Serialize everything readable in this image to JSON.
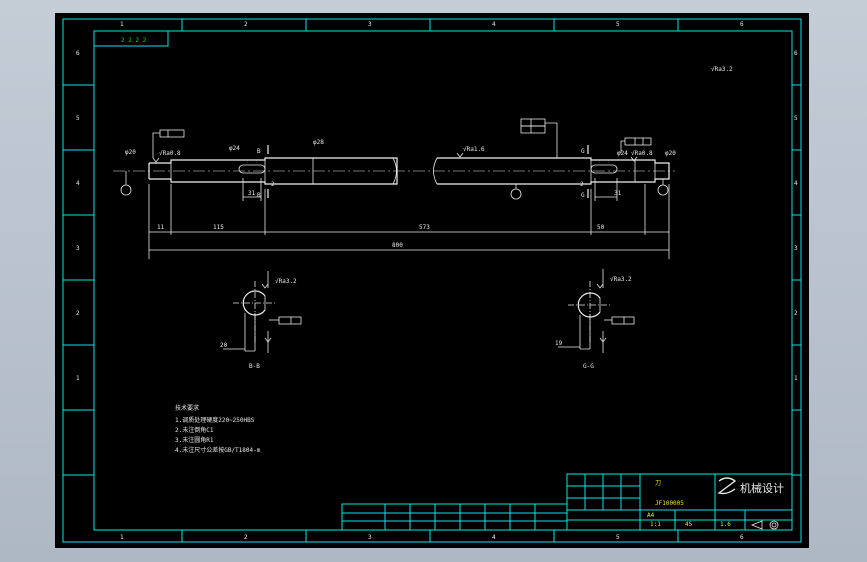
{
  "zone_numbers_top": [
    "1",
    "2",
    "3",
    "4",
    "5",
    "6"
  ],
  "zone_numbers_bottom": [
    "1",
    "2",
    "3",
    "4",
    "5",
    "6"
  ],
  "zone_letters_left": [
    "6",
    "5",
    "4",
    "3",
    "2",
    "1"
  ],
  "zone_letters_right": [
    "6",
    "5",
    "4",
    "3",
    "2",
    "1"
  ],
  "corner_tag": "2 2 2 2",
  "roughness_other": "√Ra3.2",
  "dims": {
    "d20_left": "φ20",
    "d24_left": "φ24",
    "d28": "φ28",
    "d24_right": "φ24",
    "d20_right": "φ20",
    "ra08_left": "√Ra0.8",
    "ra16_mid": "√Ra1.6",
    "ra08_right": "√Ra0.8",
    "len_11": "11",
    "len_115": "115",
    "len_573": "573",
    "len_50": "50",
    "len_total": "800",
    "len_31_left": "31",
    "len_31_right": "31",
    "len_2_left": "2",
    "len_2_right": "2",
    "sect_b_top": "B",
    "sect_b_bot": "B",
    "sect_g_top": "G",
    "sect_g_bot": "G"
  },
  "sections": {
    "left_label": "B-B",
    "right_label": "G-G",
    "left_depth": "20",
    "right_depth": "19"
  },
  "notes": {
    "title": "技术要求",
    "lines": [
      "1.调质处理硬度220~250HBS",
      "2.未注倒角C1",
      "3.未注圆角R1",
      "4.未注尺寸公差按GB/T1804-m"
    ]
  },
  "title_block": {
    "part_name": "刀",
    "drawing_no": "JF100005",
    "company": "机械设计",
    "scale": "1:1",
    "sheet": "A4",
    "material": "45",
    "weight": "1.6"
  },
  "colors": {
    "frame": "#00e5e5",
    "geometry": "#e8e8e8",
    "annotation": "#00e000",
    "background": "#000000"
  }
}
